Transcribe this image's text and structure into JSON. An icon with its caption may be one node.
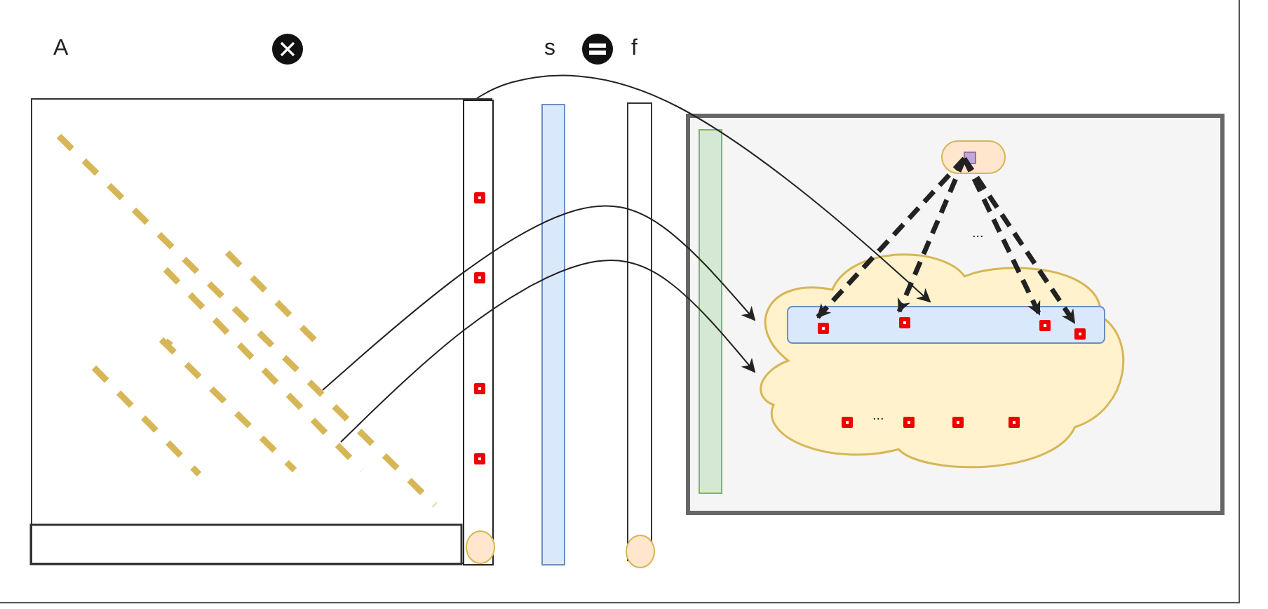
{
  "diagram": {
    "nodes": [
      {
        "text": [],
        "shape": "box"
      },
      {
        "text": [],
        "shape": "box",
        "in": 0
      },
      {
        "text": [],
        "shape": "box",
        "in": 1
      },
      {
        "text": [],
        "shape": "box",
        "in": 1
      },
      {
        "text": [],
        "shape": "box",
        "in": 1
      },
      {
        "text": [],
        "shape": "box",
        "in": 1
      },
      {
        "text": [],
        "shape": "circle",
        "in": 1
      },
      {
        "text": [],
        "shape": "box"
      },
      {
        "text": [],
        "shape": "box"
      },
      {
        "text": [],
        "shape": "circle",
        "in": 8
      },
      {
        "text": [],
        "shape": "box"
      },
      {
        "text": [],
        "shape": "box",
        "in": 10
      },
      {
        "text": [],
        "shape": "box",
        "in": 10
      },
      {
        "text": [],
        "shape": "box",
        "in": 12
      },
      {
        "text": [],
        "shape": "cloud",
        "in": 10
      },
      {
        "text": [],
        "shape": "box",
        "in": 14
      },
      {
        "text": [],
        "shape": "box",
        "in": 15
      },
      {
        "text": [],
        "shape": "box",
        "in": 15
      },
      {
        "text": [],
        "shape": "box",
        "in": 15
      },
      {
        "text": [],
        "shape": "box",
        "in": 15
      },
      {
        "text": [],
        "shape": "box",
        "in": 14
      },
      {
        "text": [],
        "shape": "box",
        "in": 14
      },
      {
        "text": [],
        "shape": "box",
        "in": 14
      },
      {
        "text": [],
        "shape": "box",
        "in": 14
      }
    ],
    "edges": [
      {
        "from": 1,
        "to": 15,
        "arrow": "to"
      },
      {
        "from": null,
        "to": 14,
        "arrow": "to"
      },
      {
        "from": null,
        "to": 14,
        "arrow": "to"
      },
      {
        "from": 13,
        "to": 16,
        "arrow": "to",
        "style": "dashed"
      },
      {
        "from": 13,
        "to": 17,
        "arrow": "to",
        "style": "dashed"
      },
      {
        "from": 13,
        "to": 18,
        "arrow": "to",
        "style": "dashed"
      },
      {
        "from": 13,
        "to": 19,
        "arrow": "to",
        "style": "dashed"
      }
    ],
    "labels": [
      "A",
      "s",
      "f",
      "...",
      "..."
    ]
  }
}
